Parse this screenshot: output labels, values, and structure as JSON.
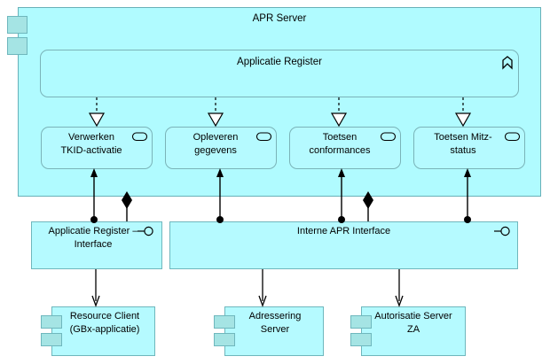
{
  "diagram": {
    "type": "uml-archimate-component-diagram",
    "background": "#ffffff",
    "palette": {
      "component_fill": "#b5faff",
      "container_fill": "#b0fbff",
      "tab_fill": "#a5e4e4",
      "border": "#6fb7bd",
      "rounded_border": "#7ab3b8",
      "line": "#000000"
    }
  },
  "container": {
    "name": "apr-server",
    "title": "APR Server",
    "icon": "component-icon"
  },
  "register": {
    "name": "applicatie-register",
    "title": "Applicatie Register",
    "icon": "chevron-up-bookmark-icon"
  },
  "services": [
    {
      "title": "Verwerken\nTKID-activatie",
      "icon": "application-service-icon"
    },
    {
      "title": "Opleveren\ngegevens",
      "icon": "application-service-icon"
    },
    {
      "title": "Toetsen\nconformances",
      "icon": "application-service-icon"
    },
    {
      "title": "Toetsen Mitz-\nstatus",
      "icon": "application-service-icon"
    }
  ],
  "interfaces": [
    {
      "title": "Applicatie Register –\nInterface",
      "icon": "provided-interface-ball-icon"
    },
    {
      "title": "Interne APR Interface",
      "icon": "provided-interface-ball-icon"
    }
  ],
  "clients": [
    {
      "title": "Resource Client\n(GBx-applicatie)",
      "icon": "component-icon"
    },
    {
      "title": "Adressering\nServer",
      "icon": "component-icon"
    },
    {
      "title": "Autorisatie Server\nZA",
      "icon": "component-icon"
    }
  ],
  "connectors": {
    "realization_dashed_triangle_count": 4,
    "composition_diamond_count": 2,
    "assembly_ball_count": 4,
    "dependency_arrow_count": 3
  }
}
